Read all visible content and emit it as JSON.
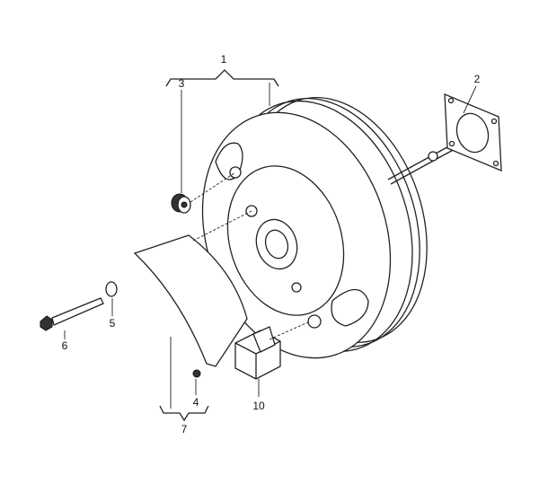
{
  "callouts": [
    {
      "id": "1",
      "text": "1"
    },
    {
      "id": "2",
      "text": "2"
    },
    {
      "id": "3",
      "text": "3"
    },
    {
      "id": "4",
      "text": "4"
    },
    {
      "id": "5",
      "text": "5"
    },
    {
      "id": "6",
      "text": "6"
    },
    {
      "id": "7",
      "text": "7"
    },
    {
      "id": "10",
      "text": "10"
    }
  ]
}
